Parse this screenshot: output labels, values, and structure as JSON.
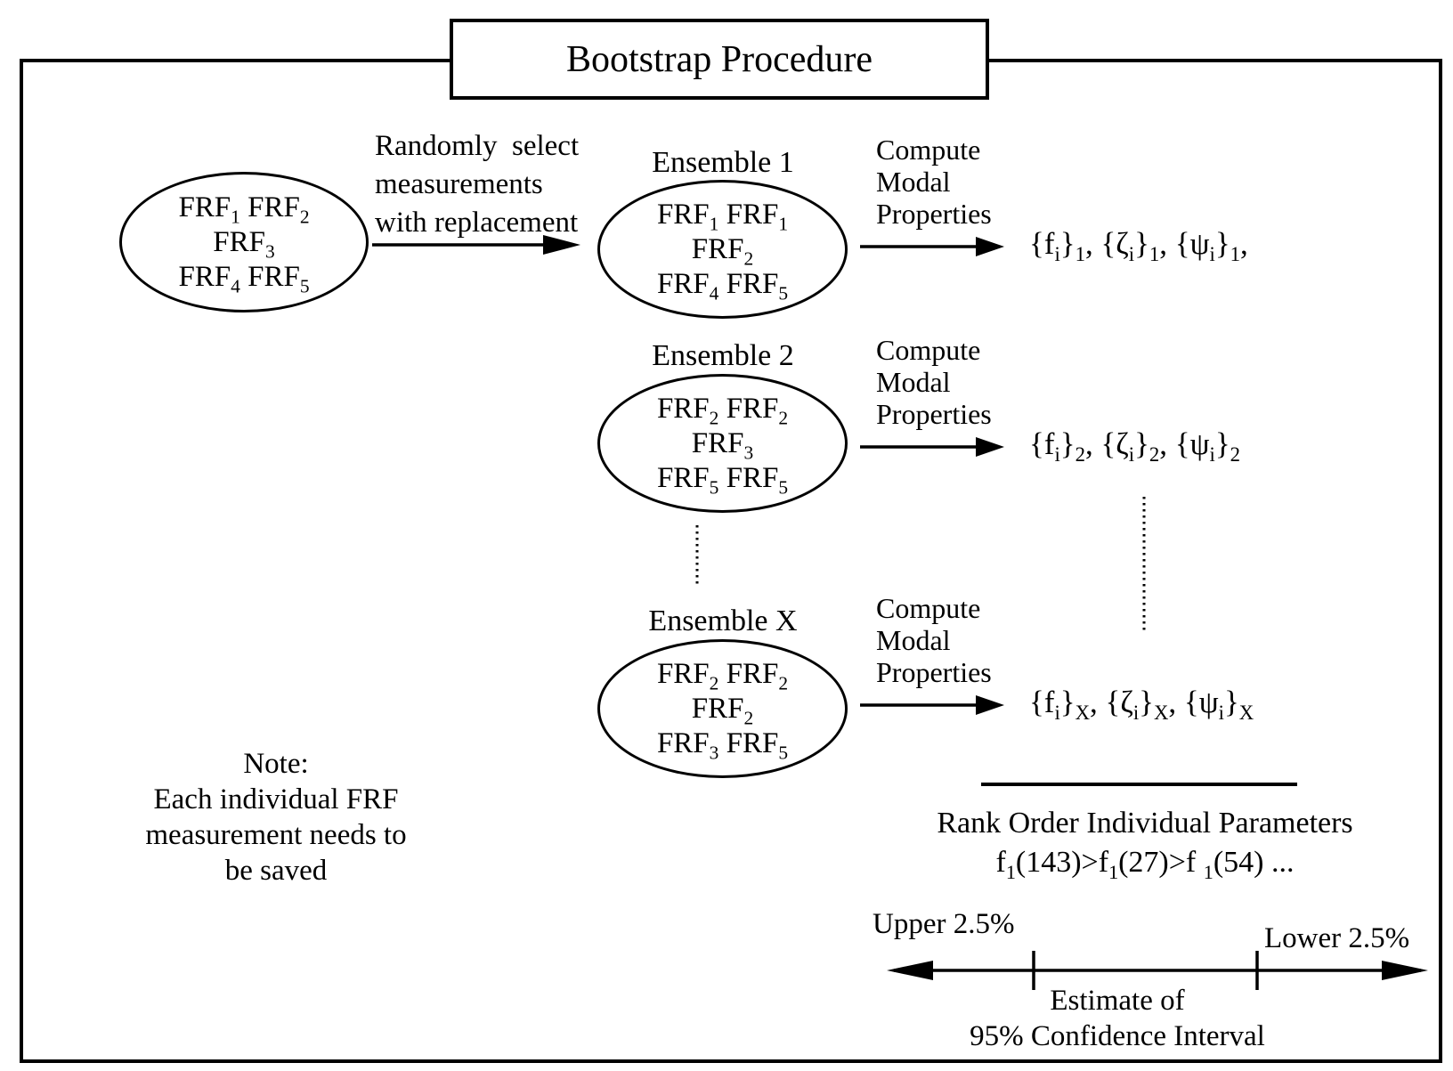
{
  "title": "Bootstrap Procedure",
  "colors": {
    "ink": "#000000",
    "background": "#ffffff"
  },
  "pool": {
    "lines": [
      "FRF_{1} FRF_{2}",
      "FRF_{3}",
      "FRF_{4} FRF_{5}"
    ]
  },
  "select_arrow": {
    "label_lines": [
      "Randomly  select",
      "measurements",
      "with replacement"
    ]
  },
  "rows": [
    {
      "ensemble_label": "Ensemble 1",
      "frf_lines": [
        "FRF_{1} FRF_{1}",
        "FRF_{2}",
        "FRF_{4} FRF_{5}"
      ],
      "compute_label_lines": [
        "Compute",
        "Modal",
        "Properties"
      ],
      "result": "{f_{i}}_{1}, {ζ_{i}}_{1}, {ψ_{i}}_{1},"
    },
    {
      "ensemble_label": "Ensemble 2",
      "frf_lines": [
        "FRF_{2} FRF_{2}",
        "FRF_{3}",
        "FRF_{5} FRF_{5}"
      ],
      "compute_label_lines": [
        "Compute",
        "Modal",
        "Properties"
      ],
      "result": "{f_{i}}_{2}, {ζ_{i}}_{2}, {ψ_{i}}_{2}"
    },
    {
      "ensemble_label": "Ensemble X",
      "frf_lines": [
        "FRF_{2} FRF_{2}",
        "FRF_{2}",
        "FRF_{3} FRF_{5}"
      ],
      "compute_label_lines": [
        "Compute",
        "Modal",
        "Properties"
      ],
      "result": "{f_{i}}_{X}, {ζ_{i}}_{X}, {ψ_{i}}_{X}"
    }
  ],
  "note": {
    "lines": [
      "Note:",
      "Each individual FRF",
      "measurement needs to",
      "be saved"
    ]
  },
  "rank_order": {
    "heading": "Rank Order Individual Parameters",
    "formula": "f_{1}(143)>f_{1}(27)>f _{1}(54) ..."
  },
  "confidence": {
    "upper_label": "Upper 2.5%",
    "lower_label": "Lower 2.5%",
    "estimate_lines": [
      "Estimate of",
      "95% Confidence Interval"
    ]
  }
}
